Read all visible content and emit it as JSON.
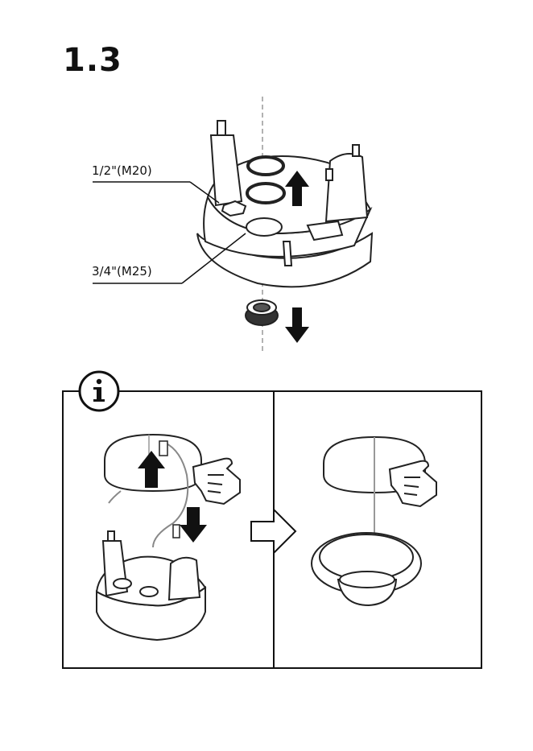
{
  "step": {
    "number": "1.3"
  },
  "callouts": {
    "half_inch": "1/2\"(M20)",
    "three_quarter_inch": "3/4\"(M25)"
  },
  "info_box": {
    "icon": "info-icon"
  }
}
